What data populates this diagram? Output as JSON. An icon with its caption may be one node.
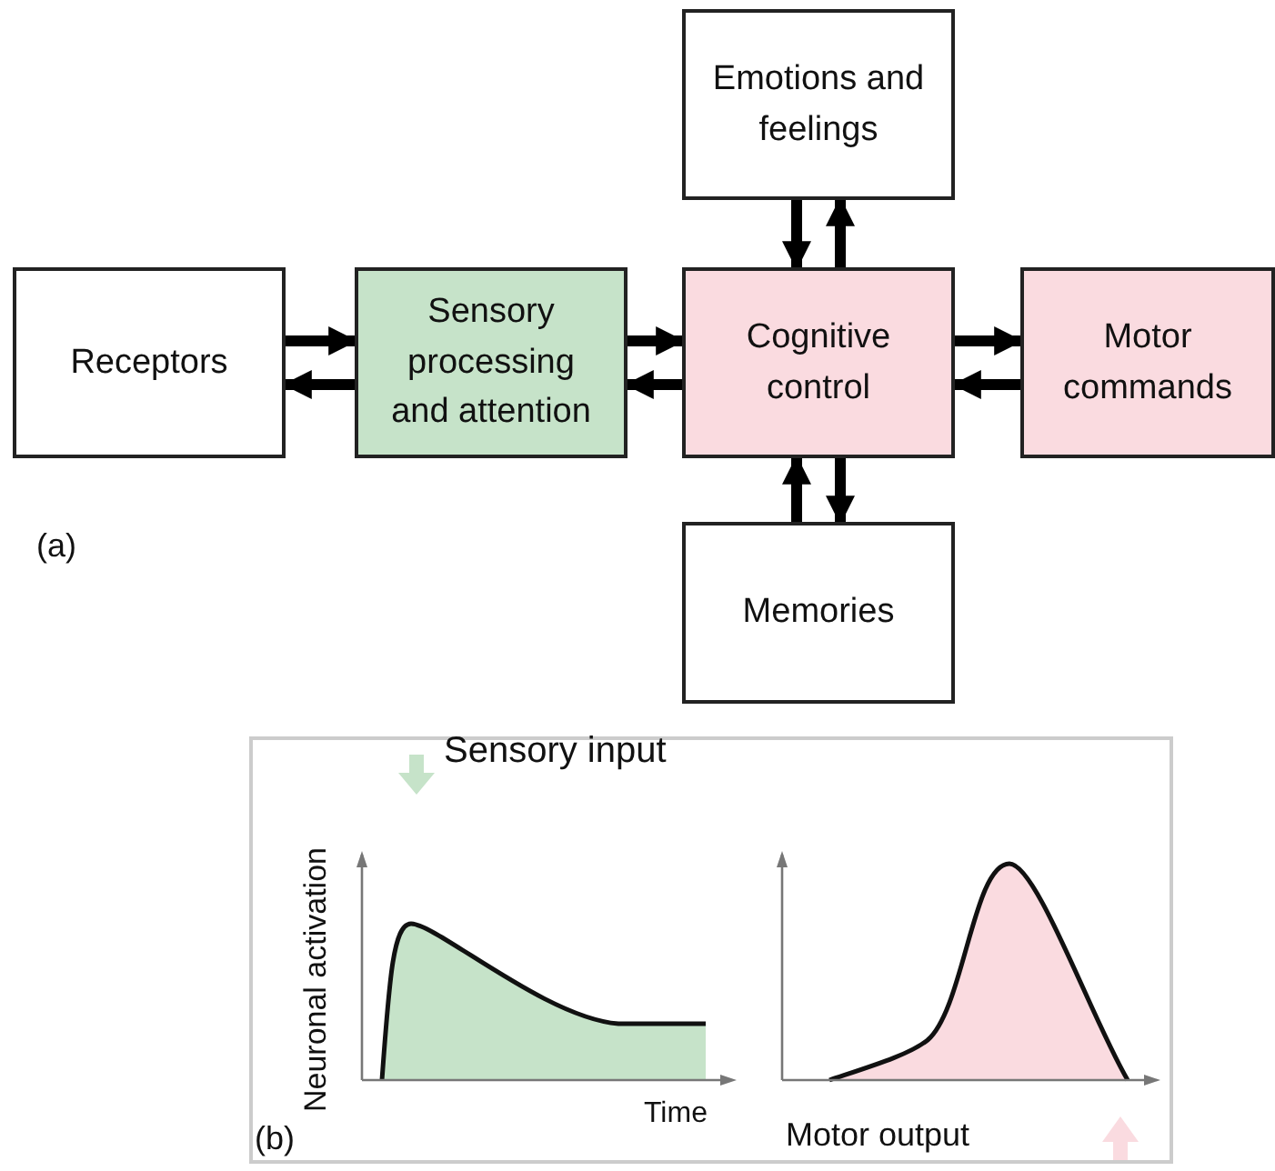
{
  "diagram": {
    "nodes": [
      {
        "text": [
          "Receptors"
        ]
      },
      {
        "text": [
          "Sensory processing and attention"
        ]
      },
      {
        "text": [
          "Cognitive control"
        ]
      },
      {
        "text": [
          "Motor commands"
        ]
      },
      {
        "text": [
          "Emotions and feelings"
        ]
      },
      {
        "text": [
          "Memories"
        ]
      }
    ],
    "edges": [
      {
        "from": 0,
        "to": 1,
        "arrow": "to"
      },
      {
        "from": 1,
        "to": 0,
        "arrow": "to"
      },
      {
        "from": 1,
        "to": 2,
        "arrow": "to"
      },
      {
        "from": 2,
        "to": 1,
        "arrow": "to"
      },
      {
        "from": 2,
        "to": 3,
        "arrow": "to"
      },
      {
        "from": 3,
        "to": 2,
        "arrow": "to"
      },
      {
        "from": 4,
        "to": 2,
        "arrow": "to"
      },
      {
        "from": 2,
        "to": 4,
        "arrow": "to"
      },
      {
        "from": 5,
        "to": 2,
        "arrow": "to"
      },
      {
        "from": 2,
        "to": 5,
        "arrow": "to"
      }
    ],
    "labels": [
      "(a)",
      "Sensory input",
      "Neuronal activation",
      "Time",
      "(b)",
      "Motor output"
    ]
  }
}
